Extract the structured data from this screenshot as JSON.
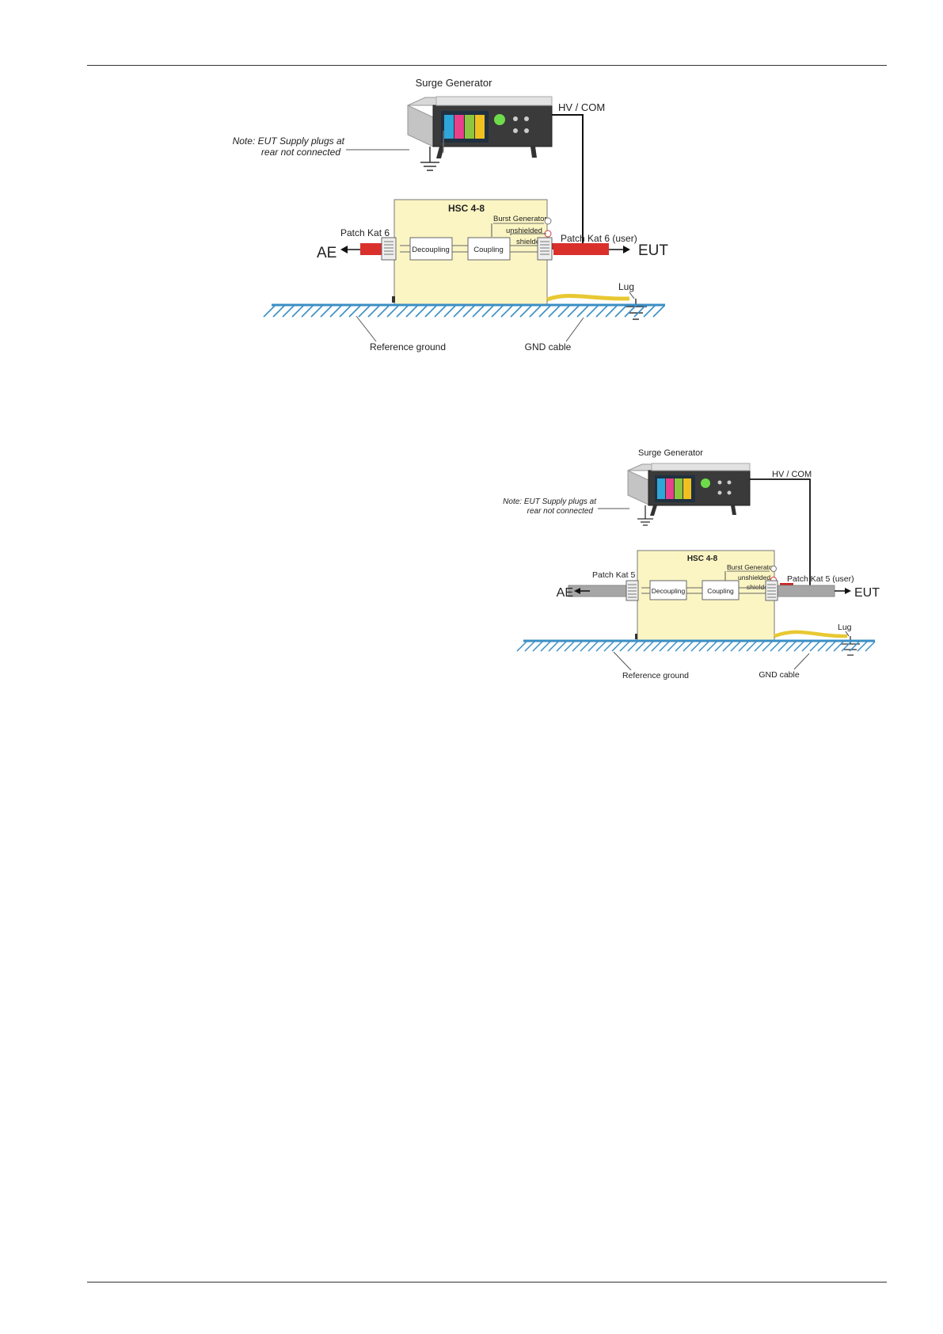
{
  "figures": [
    {
      "generator_label": "Surge Generator",
      "hv_label": "HV / COM",
      "note_line1": "Note: EUT Supply plugs at",
      "note_line2": "rear  not connected",
      "unit_title": "HSC 4-8",
      "burst_label": "Burst Generator",
      "unshielded_label": "unshielded",
      "shielded_label": "shielded",
      "decoupling_label": "Decoupling",
      "coupling_label": "Coupling",
      "patch_left_label": "Patch Kat 6",
      "patch_right_label": "Patch Kat 6 (user)",
      "ae_label": "AE",
      "eut_label": "EUT",
      "lug_label": "Lug",
      "reference_ground_label": "Reference ground",
      "gnd_cable_label": "GND cable",
      "cable_color": "#d9302c"
    },
    {
      "generator_label": "Surge Generator",
      "hv_label": "HV / COM",
      "note_line1": "Note: EUT Supply plugs at",
      "note_line2": "rear  not connected",
      "unit_title": "HSC 4-8",
      "burst_label": "Burst Generator",
      "unshielded_label": "unshielded",
      "shielded_label": "shielded",
      "decoupling_label": "Decoupling",
      "coupling_label": "Coupling",
      "patch_left_label": "Patch Kat 5",
      "patch_right_label": "Patch Kat 5 (user)",
      "ae_label": "AE",
      "eut_label": "EUT",
      "lug_label": "Lug",
      "reference_ground_label": "Reference ground",
      "gnd_cable_label": "GND cable",
      "cable_color": "#a6a6a6"
    }
  ],
  "colors": {
    "unit_fill": "#fbf5c4",
    "ground_line": "#3b8fc4",
    "gnd_cable": "#e8c832",
    "hv_plug": "#c8201e"
  }
}
